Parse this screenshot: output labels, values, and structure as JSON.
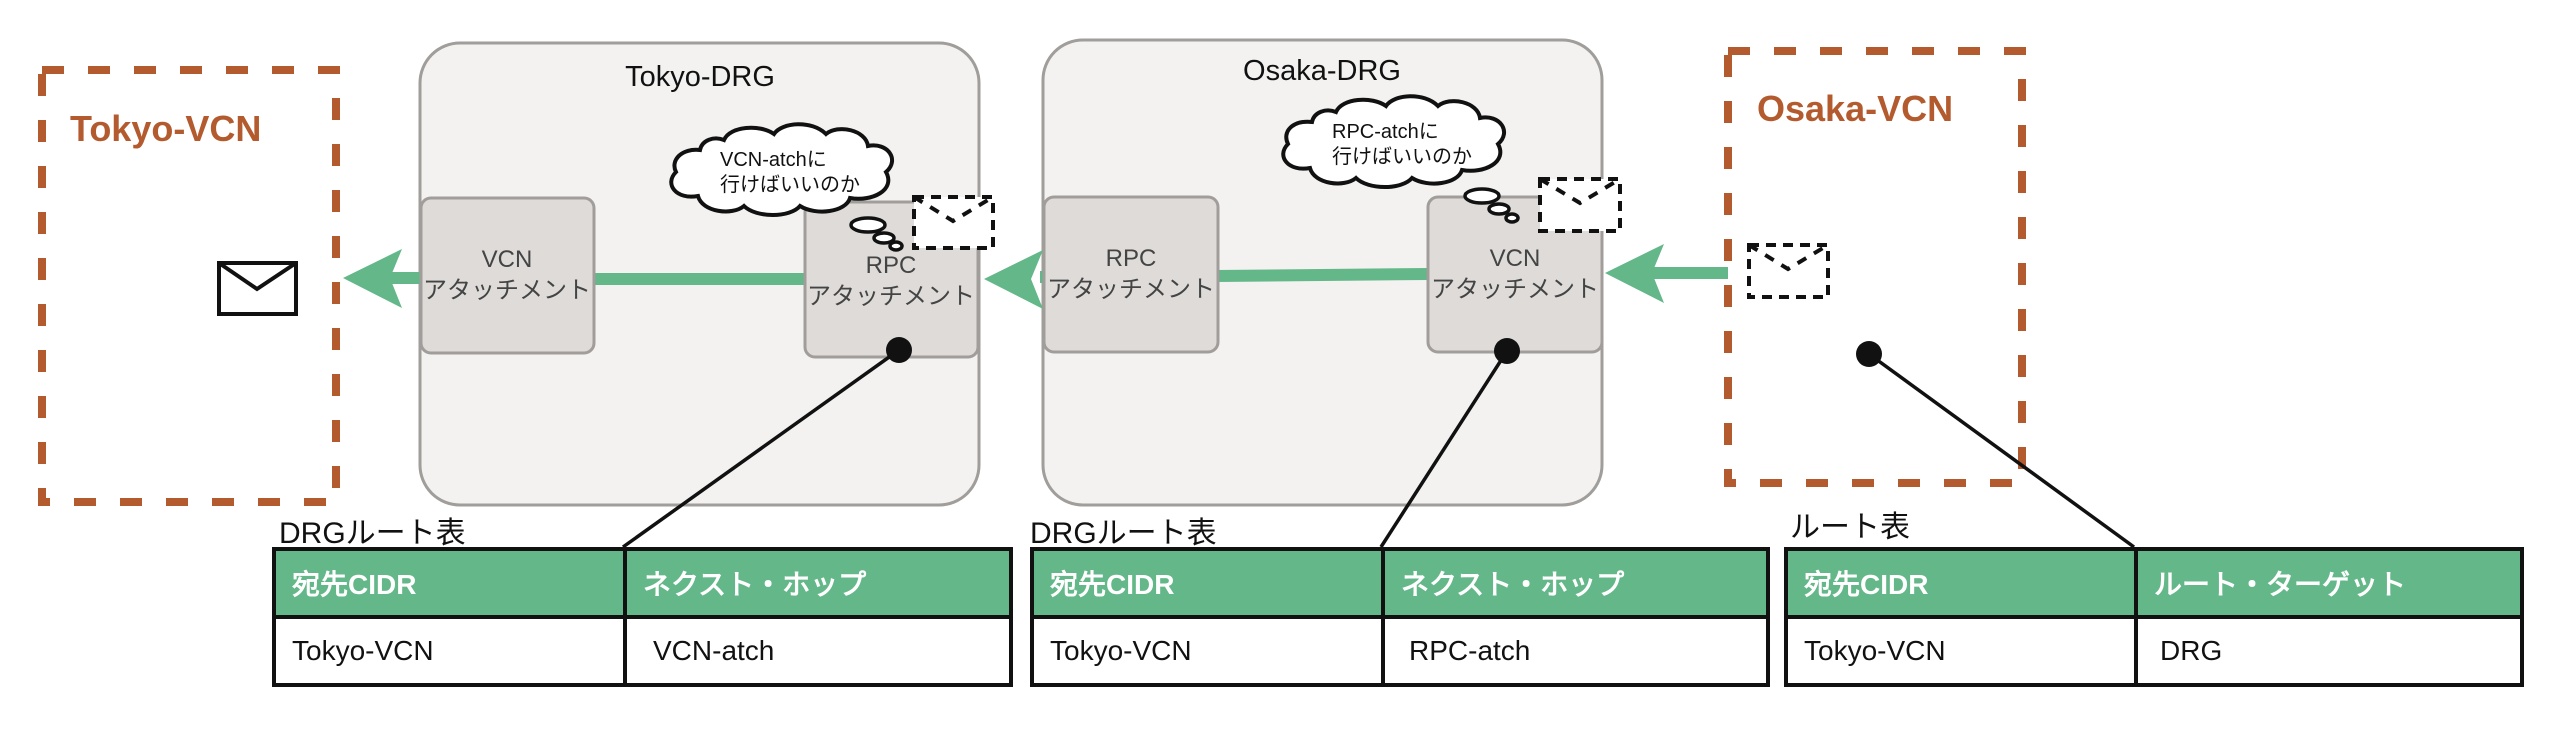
{
  "colors": {
    "vcn_border": "#b35b2e",
    "drg_fill": "#f3f2f1",
    "drg_border": "#a09d9a",
    "attach_fill": "#dedbd9",
    "arrow": "#63b788",
    "table_header": "#63b788"
  },
  "vcns": [
    {
      "id": "tokyo",
      "label": "Tokyo-VCN",
      "envelope": "solid-envelope-icon"
    },
    {
      "id": "osaka",
      "label": "Osaka-VCN",
      "envelope": "dashed-envelope-icon"
    }
  ],
  "drgs": [
    {
      "id": "tokyo",
      "title": "Tokyo-DRG",
      "left_attachment": {
        "line1": "VCN",
        "line2": "アタッチメント"
      },
      "right_attachment": {
        "line1": "RPC",
        "line2": "アタッチメント"
      },
      "thought": {
        "line1": "VCN-atchに",
        "line2": "行けばいいのか"
      }
    },
    {
      "id": "osaka",
      "title": "Osaka-DRG",
      "left_attachment": {
        "line1": "RPC",
        "line2": "アタッチメント"
      },
      "right_attachment": {
        "line1": "VCN",
        "line2": "アタッチメント"
      },
      "thought": {
        "line1": "RPC-atchに",
        "line2": "行けばいいのか"
      }
    }
  ],
  "tables": [
    {
      "caption": "DRGルート表",
      "headers": [
        "宛先CIDR",
        "ネクスト・ホップ"
      ],
      "rows": [
        [
          "Tokyo-VCN",
          "VCN-atch"
        ]
      ]
    },
    {
      "caption": "DRGルート表",
      "headers": [
        "宛先CIDR",
        "ネクスト・ホップ"
      ],
      "rows": [
        [
          "Tokyo-VCN",
          "RPC-atch"
        ]
      ]
    },
    {
      "caption": "ルート表",
      "headers": [
        "宛先CIDR",
        "ルート・ターゲット"
      ],
      "rows": [
        [
          "Tokyo-VCN",
          "DRG"
        ]
      ]
    }
  ]
}
